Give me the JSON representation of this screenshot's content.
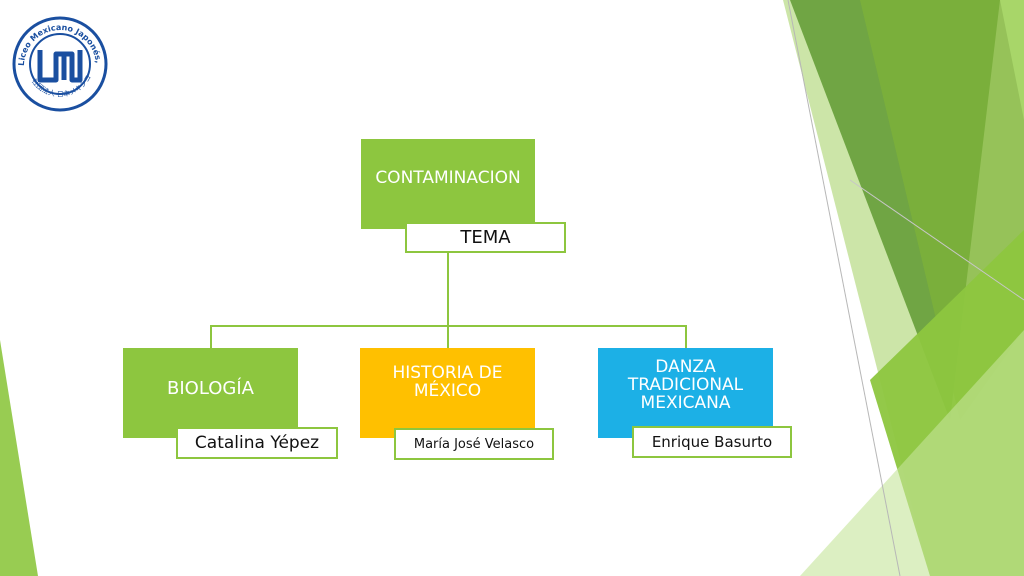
{
  "logo": {
    "emblem_text": "LMJ",
    "ring_text": "Liceo Mexicano Japonés, A.C.",
    "japanese_text": "社団法人 日本メキシコ学院"
  },
  "diagram": {
    "root": {
      "title": "CONTAMINACION",
      "tag": "TEMA"
    },
    "children": [
      {
        "title": "BIOLOGÍA",
        "author": "Catalina Yépez"
      },
      {
        "title": "HISTORIA DE MÉXICO",
        "author": "María José Velasco"
      },
      {
        "title": "DANZA TRADICIONAL MEXICANA",
        "author": "Enrique Basurto"
      }
    ]
  },
  "colors": {
    "green": "#8dc63f",
    "gold": "#ffc000",
    "blue": "#1cb0e6",
    "logo_blue": "#1a4fa0"
  }
}
